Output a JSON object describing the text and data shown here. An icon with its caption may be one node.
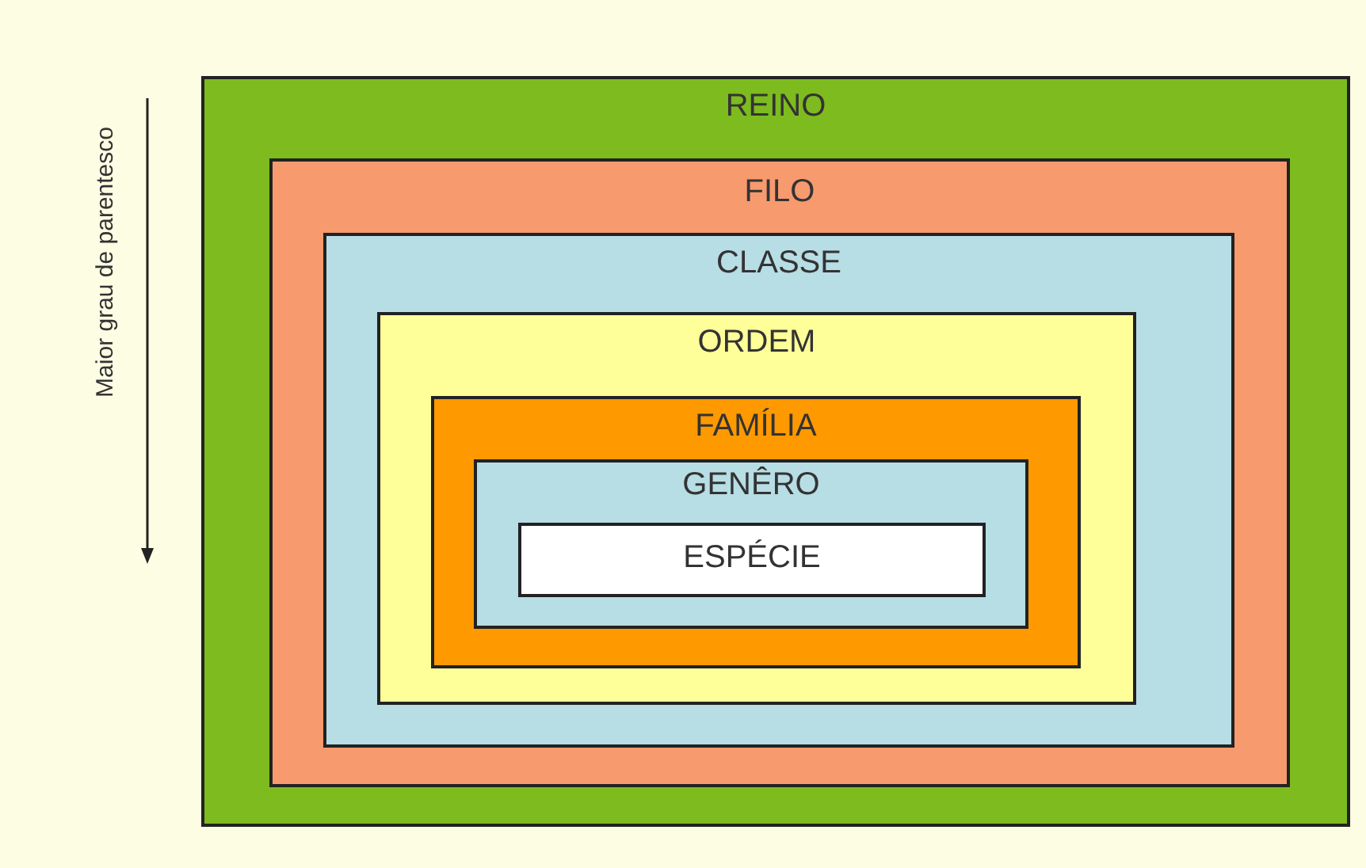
{
  "diagram": {
    "nodes": [
      {
        "text": [
          "REINO"
        ]
      },
      {
        "text": [
          "FILO"
        ],
        "in": 0
      },
      {
        "text": [
          "CLASSE"
        ],
        "in": 1
      },
      {
        "text": [
          "ORDEM"
        ],
        "in": 2
      },
      {
        "text": [
          "FAMÍLIA"
        ],
        "in": 3
      },
      {
        "text": [
          "GENÊRO"
        ],
        "in": 4
      },
      {
        "text": [
          "ESPÉCIE"
        ],
        "in": 5
      }
    ],
    "edges": [],
    "labels": [
      "Maior grau de parentesco"
    ]
  }
}
